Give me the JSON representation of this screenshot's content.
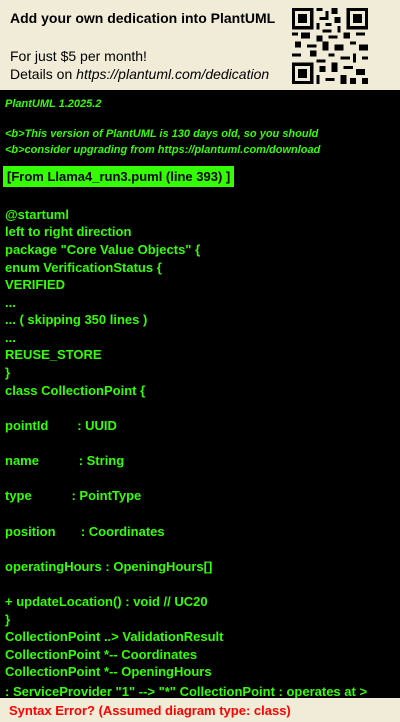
{
  "banner": {
    "title": "Add your own dedication into PlantUML",
    "line1": "For just $5 per month!",
    "line2_prefix": "Details on ",
    "line2_url": "https://plantuml.com/dedication",
    "qr_icon": "qr-code-icon"
  },
  "console": {
    "version": "PlantUML 1.2025.2",
    "warning1": "<b>This version of PlantUML is 130 days old, so you should",
    "warning2": "<b>consider upgrading from https://plantuml.com/download",
    "from_label": "[From Llama4_run3.puml (line 393) ]",
    "code_lines": [
      "@startuml",
      "left to right direction",
      "package \"Core Value Objects\" {",
      "enum VerificationStatus {",
      "VERIFIED",
      "...",
      "... ( skipping 350 lines )",
      "...",
      "REUSE_STORE",
      "}",
      "class CollectionPoint {",
      "pointId        : UUID",
      "name           : String",
      "type           : PointType",
      "position       : Coordinates",
      "operatingHours : OpeningHours[]",
      "+ updateLocation() : void // UC20",
      "}",
      "CollectionPoint ..> ValidationResult",
      "CollectionPoint *-- Coordinates",
      "CollectionPoint *-- OpeningHours"
    ],
    "error_line": ": ServiceProvider \"1\" --> \"*\" CollectionPoint : operates at >",
    "error_message": "Syntax Error? (Assumed diagram type: class)"
  },
  "colors": {
    "console_bg": "#000000",
    "console_text": "#33ff02",
    "banner_bg": "#f0ecd8",
    "error": "#ff0000"
  }
}
